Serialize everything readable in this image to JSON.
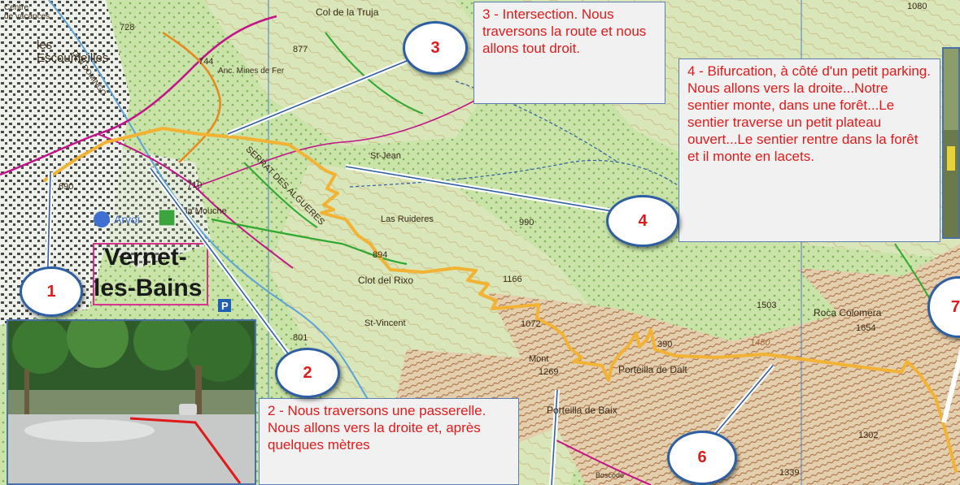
{
  "map_labels": {
    "centre_vacances": "Centre\nde vacances",
    "col_truja": "Col de la Truja",
    "les_escoumeilles": "les\nEscoumeilles",
    "alt_728": "728",
    "alt_744": "744",
    "anc_mines": "Anc. Mines de Fer",
    "alt_877": "877",
    "den_domingo": "DEN DOMINGO",
    "alt_710": "710",
    "alt_690": "690",
    "la_mouche": "la Mouche",
    "arvoi": "Arvoi",
    "serrat": "SERRAT DES ALGUERES",
    "las_ruideres": "Las Ruideres",
    "st_jean": "St-Jean",
    "alt_990": "990",
    "vernet": "Vernet-",
    "les_bains": "les-Bains",
    "alt_894": "894",
    "clot_del_rixo": "Clot del Rixo",
    "alt_1166": "1166",
    "alt_1072": "1072",
    "st_vincent": "St-Vincent",
    "alt_801": "801",
    "alt_1503": "1503",
    "roca_colomera": "Roca Colomera",
    "alt_1654": "1654",
    "alt_1450": "1450",
    "alt_390": "390",
    "mont": "Mont",
    "alt_1269": "1269",
    "porteilla_dalt": "Porteilla de Dalt",
    "porteilla_baix": "Porteilla de Baix",
    "alt_1302": "1302",
    "alt_1339": "1339",
    "alt_1080": "1080",
    "parking": "P",
    "bosc": "Boscode"
  },
  "callouts": {
    "c3": "3 - Intersection. Nous traversons la route et nous allons tout droit.",
    "c4": "4 - Bifurcation, à côté d'un petit parking. Nous allons vers la droite...Notre sentier monte, dans une forêt...Le sentier traverse un petit plateau ouvert...Le sentier rentre dans la forêt et il monte en lacets.",
    "c2": "2 - Nous traversons une passerelle. Nous allons vers la droite et, après quelques mètres"
  },
  "markers": {
    "m1": "1",
    "m2": "2",
    "m3": "3",
    "m4": "4",
    "m6": "6",
    "m7": "7"
  },
  "colors": {
    "route": "#f2b233",
    "callout_text": "#e01a1a",
    "marker_border": "#2e5fa3",
    "road_magenta": "#c2138a",
    "trail_green": "#2fa82f",
    "contour": "#b47a3e"
  }
}
